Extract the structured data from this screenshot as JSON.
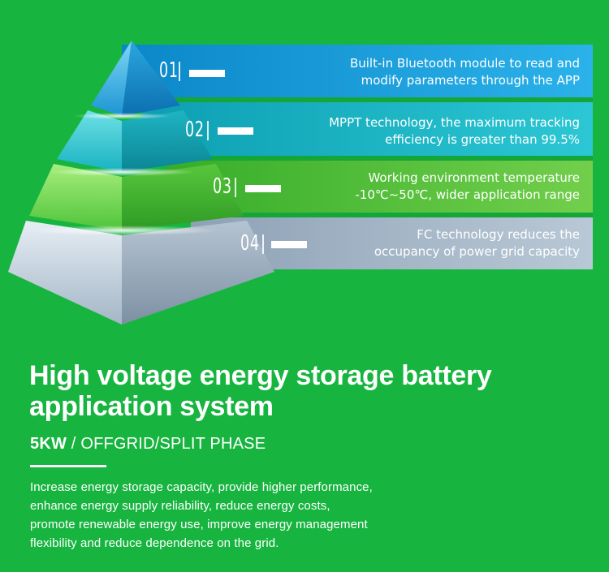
{
  "features": [
    {
      "number": "01",
      "lines": [
        "Built-in Bluetooth module to read and",
        "modify parameters through the APP"
      ]
    },
    {
      "number": "02",
      "lines": [
        "MPPT technology, the maximum tracking",
        "efficiency is greater than 99.5%"
      ]
    },
    {
      "number": "03",
      "lines": [
        "Working environment temperature",
        "-10℃~50℃, wider application range"
      ]
    },
    {
      "number": "04",
      "lines": [
        "FC technology reduces the",
        "occupancy of power grid capacity"
      ]
    }
  ],
  "headline": {
    "line1": "High voltage energy storage battery",
    "line2": "application system"
  },
  "spec": {
    "power": "5KW",
    "rest": " / OFFGRID/SPLIT PHASE"
  },
  "description": [
    "Increase energy storage capacity, provide higher performance,",
    "enhance energy supply reliability, reduce energy costs,",
    "promote renewable energy use, improve energy management",
    "flexibility and reduce dependence on the grid."
  ],
  "colors": {
    "background": "#17b53f",
    "band_1": "#1aa5dc",
    "band_2": "#14b8c4",
    "band_3": "#4cc23a",
    "band_4": "#a8b9c9",
    "text": "#ffffff"
  }
}
